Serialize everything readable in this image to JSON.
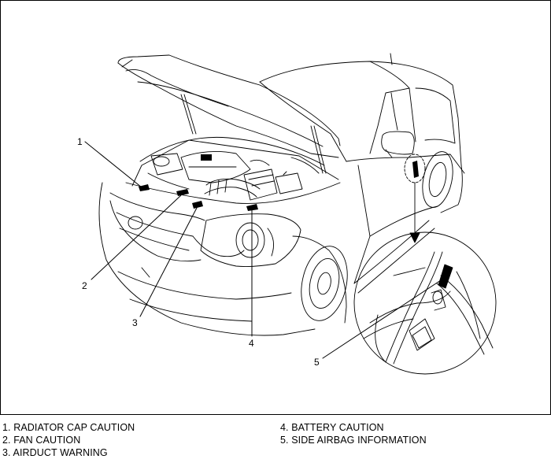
{
  "callouts": [
    "1",
    "2",
    "3",
    "4",
    "5"
  ],
  "legend": {
    "left": [
      "1. RADIATOR CAP CAUTION",
      "2. FAN CAUTION",
      "3. AIRDUCT WARNING"
    ],
    "right": [
      "4. BATTERY CAUTION",
      "5. SIDE AIRBAG INFORMATION"
    ]
  }
}
